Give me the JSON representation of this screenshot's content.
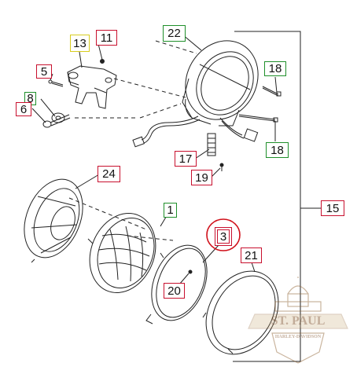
{
  "callouts": {
    "c13": "13",
    "c11": "11",
    "c22": "22",
    "c5": "5",
    "c8": "8",
    "c6": "6",
    "c18a": "18",
    "c18b": "18",
    "c17": "17",
    "c19": "19",
    "c24": "24",
    "c1": "1",
    "c15": "15",
    "c3": "3",
    "c21": "21",
    "c20": "20"
  },
  "colors": {
    "callout_red": "#c8102e",
    "callout_green": "#1f8f2a",
    "callout_yellow": "#d8cc1e",
    "highlight_circle": "#d0101a",
    "line_art": "#222222"
  },
  "watermark": {
    "line1": "ST. PAUL",
    "line2": "HARLEY-DAVIDSON"
  }
}
